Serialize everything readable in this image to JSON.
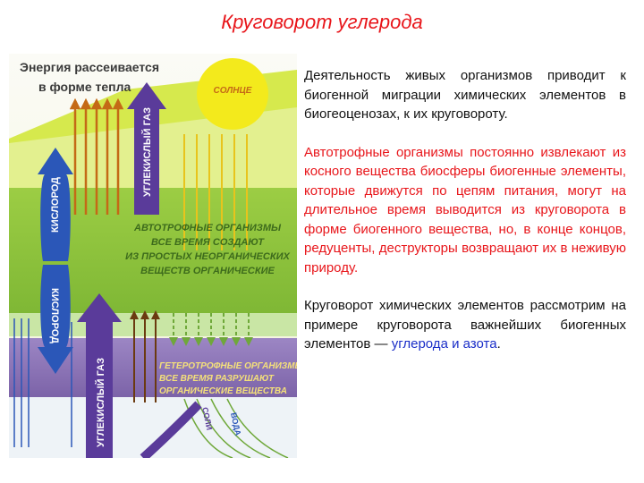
{
  "title": "Круговорот углерода",
  "diagram": {
    "energy_label_line1": "Энергия рассеивается",
    "energy_label_line2": "в форме тепла",
    "sun_label": "СОЛНЦЕ",
    "co2_top_label": "УГЛЕКИСЛЫЙ ГАЗ",
    "oxygen_top_label": "КИСЛОРОД",
    "oxygen_bottom_label": "КИСЛОРОД",
    "co2_bottom_label": "УГЛЕКИСЛЫЙ ГАЗ",
    "autotroph_text": [
      "АВТОТРОФНЫЕ ОРГАНИЗМЫ",
      "ВСЕ ВРЕМЯ СОЗДАЮТ",
      "ИЗ ПРОСТЫХ НЕОРГАНИЧЕСКИХ",
      "ВЕЩЕСТВ ОРГАНИЧЕСКИЕ"
    ],
    "heterotroph_text": [
      "ГЕТЕРОТРОФНЫЕ ОРГАНИЗМЫ",
      "ВСЕ ВРЕМЯ РАЗРУШАЮТ",
      "ОРГАНИЧЕСКИЕ ВЕЩЕСТВА"
    ],
    "salts_label": "СОЛИ",
    "water_label": "ВОДА",
    "colors": {
      "sky": "#cfe43a",
      "band_light": "#dff08a",
      "band_green": "#8cc43c",
      "band_dark": "#a6d36a",
      "band_purple": "#8d73b8",
      "sun": "#f3ea1c",
      "arrow_blue": "#2b57b8",
      "arrow_purple": "#5a3b9a",
      "arrow_orange": "#c46a16",
      "arrow_brown": "#6b3a10",
      "text_blue": "#1e3f9e"
    }
  },
  "text": {
    "p1": "Деятельность живых организмов приводит к биогенной миграции химических элементов в биогеоценозах, к их круговороту.",
    "p2": "Автотрофные организмы постоянно извлекают из косного вещества биосферы биогенные элементы, которые движутся по цепям питания, могут на длительное время выводится из круговорота в форме биогенного вещества, но, в конце концов, редуценты, деструкторы возвращают их в неживую природу.",
    "p3_main": "Круговорот химических элементов рассмотрим на примере круговорота важнейших биогенных элементов — ",
    "p3_highlight": "углерода и азота",
    "p3_end": "."
  }
}
